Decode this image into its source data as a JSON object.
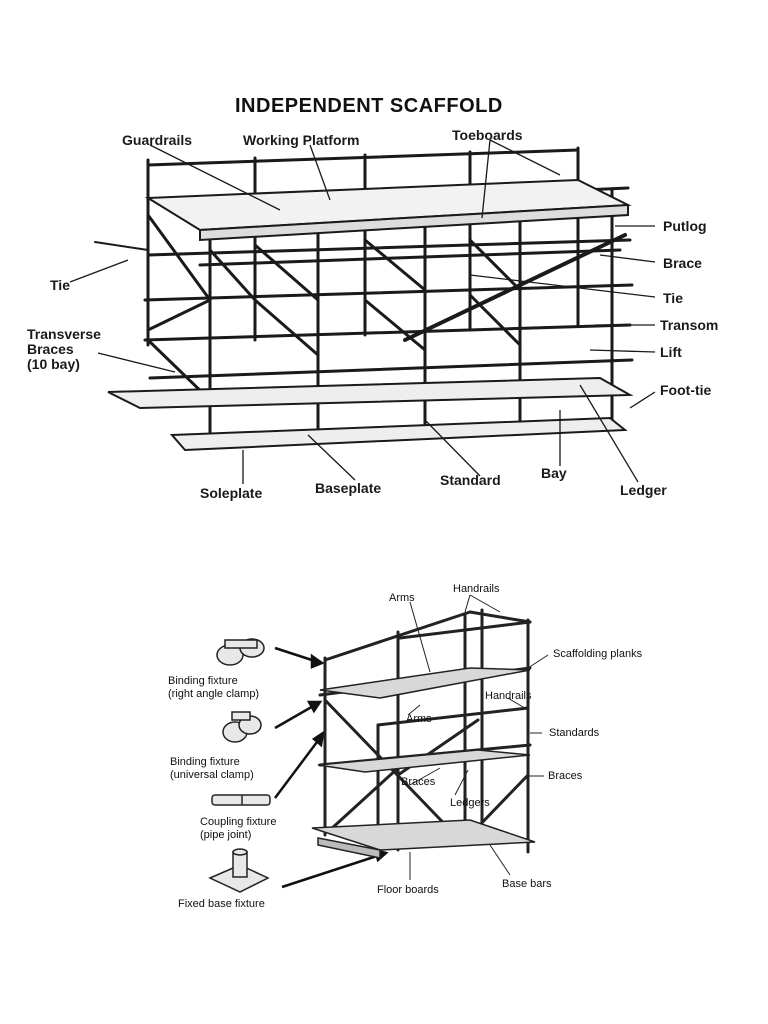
{
  "top_diagram": {
    "title": "INDEPENDENT SCAFFOLD",
    "labels": {
      "guardrails": "Guardrails",
      "working_platform": "Working Platform",
      "toeboards": "Toeboards",
      "putlog": "Putlog",
      "brace": "Brace",
      "tie_right": "Tie",
      "tie_left": "Tie",
      "transom": "Transom",
      "lift": "Lift",
      "foot_tie": "Foot-tie",
      "transverse_braces": "Transverse\nBraces\n(10 bay)",
      "soleplate": "Soleplate",
      "baseplate": "Baseplate",
      "standard": "Standard",
      "bay": "Bay",
      "ledger": "Ledger"
    }
  },
  "bottom_diagram": {
    "labels": {
      "arms_top": "Arms",
      "handrails_top": "Handrails",
      "scaffolding_planks": "Scaffolding planks",
      "handrails_mid": "Handrails",
      "arms_mid": "Arms",
      "standards": "Standards",
      "braces_mid": "Braces",
      "braces_right": "Braces",
      "ledgers": "Ledgers",
      "floor_boards": "Floor boards",
      "base_bars": "Base bars",
      "binding_right_angle": "Binding fixture\n(right angle clamp)",
      "binding_universal": "Binding fixture\n(universal clamp)",
      "coupling": "Coupling fixture\n(pipe joint)",
      "fixed_base": "Fixed base fixture"
    }
  }
}
